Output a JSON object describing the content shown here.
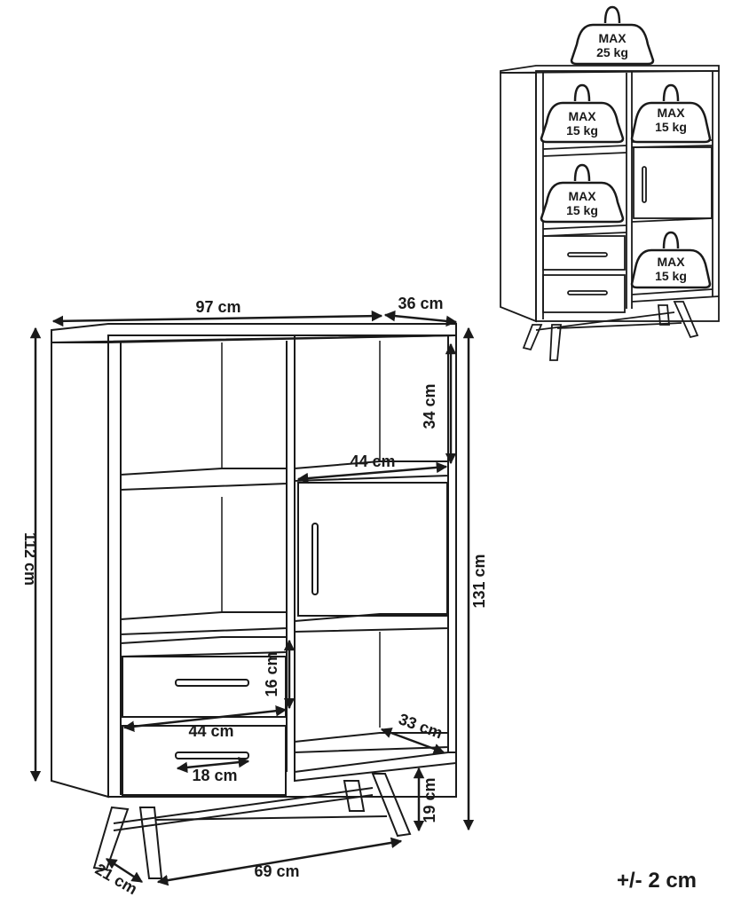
{
  "main": {
    "width": "97 cm",
    "depth": "36 cm",
    "height_body": "112 cm",
    "height_total": "131 cm",
    "cubby_height": "34 cm",
    "shelf_width": "44 cm",
    "drawer_height": "16 cm",
    "drawer_width": "44 cm",
    "handle_width": "18 cm",
    "shelf_depth": "33 cm",
    "leg_height": "19 cm",
    "leg_span": "69 cm",
    "leg_depth": "21 cm"
  },
  "load": {
    "top_max": "MAX",
    "top_kg": "25 kg",
    "cell_max": "MAX",
    "cell_kg": "15 kg"
  },
  "tolerance": "+/- 2 cm"
}
